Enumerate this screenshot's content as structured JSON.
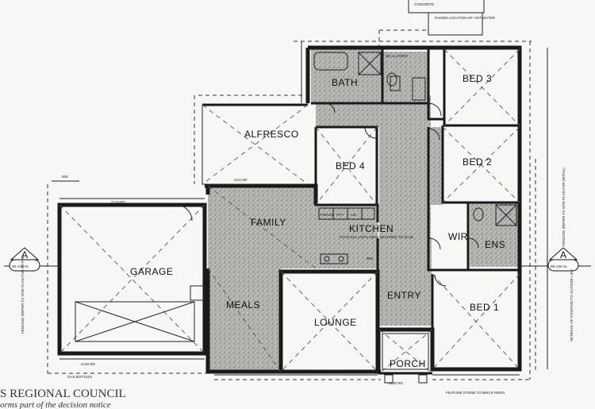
{
  "rooms": {
    "bed3": "BED 3",
    "bath": "BATH",
    "bed4": "BED 4",
    "bed2": "BED 2",
    "alfresco": "ALFRESCO",
    "family": "FAMILY",
    "kitchen": "KITCHEN",
    "wir": "WIR",
    "ens": "ENS",
    "garage": "GARAGE",
    "meals": "MEALS",
    "lounge": "LOUNGE",
    "entry": "ENTRY",
    "porch": "PORCH",
    "bed1": "BED 1"
  },
  "fixtures": {
    "fridge": "FRIDGE",
    "pantry": "PTY",
    "linen": "LIN",
    "wm": "WM",
    "kitchen_note": "PACE NUL UNTIL DENT SECURED TO SLAB"
  },
  "annotations": {
    "concrete": "CONCRETE",
    "raised_hot_water": "RAISED LOCATION OF HOT WATER",
    "wc_note": "WC & STORY",
    "gas_bottles": "GAS BOTTLES",
    "feature_stone": "FEATURE STONE TO BRICK PIERS",
    "section_mark_left": "A",
    "section_ref_left": "09-A06-01",
    "section_mark_right": "A",
    "section_ref_right": "09-A06-01",
    "fencing_left": "FENCING (REFER TO SITE PLAN FOR DETAIL)",
    "fencing_right": "FENCING (REFER TO SITE PLAN FOR DETAIL)",
    "setback_right": "SETBACK OF POSITION TO OUTSIDE LINE",
    "dim_garage": "2124 RD",
    "dim_alfresco": "2124 BF",
    "dim_830": "830",
    "dim_garage_bottom": "2130 RD",
    "dim_porch": "2130 RD"
  },
  "footer": {
    "council": "S REGIONAL COUNCIL",
    "notice": "orms part of the decision notice"
  }
}
